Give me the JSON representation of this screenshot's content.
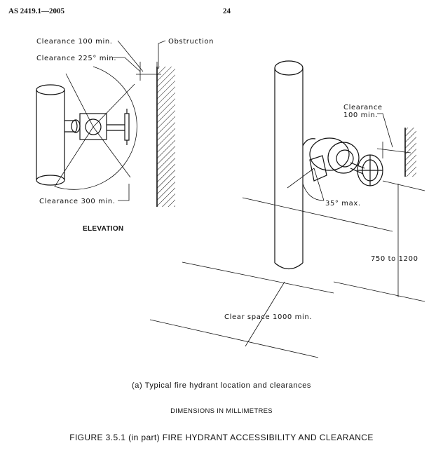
{
  "header": {
    "standard": "AS 2419.1—2005",
    "page_number": "24"
  },
  "elevation": {
    "clearance_100": "Clearance 100 min.",
    "clearance_225": "Clearance 225° min.",
    "obstruction": "Obstruction",
    "clearance_300": "Clearance 300 min.",
    "title": "ELEVATION"
  },
  "isometric": {
    "clearance_line1": "Clearance",
    "clearance_line2": "100 min.",
    "angle": "35° max.",
    "height": "750 to 1200",
    "clear_space": "Clear space 1000 min."
  },
  "captions": {
    "subcaption": "(a) Typical fire hydrant location and clearances",
    "dimensions": "DIMENSIONS IN MILLIMETRES",
    "figure": "FIGURE  3.5.1 (in part)   FIRE HYDRANT ACCESSIBILITY AND CLEARANCE"
  }
}
